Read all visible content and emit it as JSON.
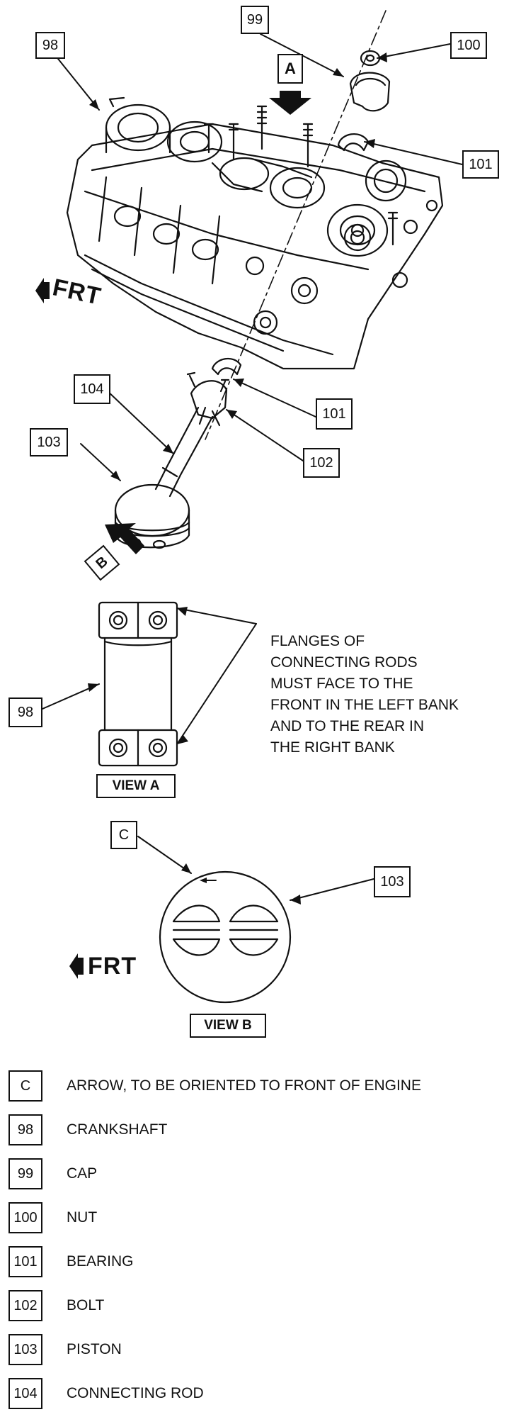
{
  "diagram": {
    "callouts": {
      "c98_top": "98",
      "c99": "99",
      "c100": "100",
      "c101_top": "101",
      "c104": "104",
      "c101_mid": "101",
      "c103_top": "103",
      "c102": "102",
      "c98_view": "98",
      "cC": "C",
      "c103_view": "103"
    },
    "view_arrows": {
      "a": "A",
      "b": "B"
    },
    "frt_top": "FRT",
    "frt_bottom": "FRT",
    "view_a_label": "VIEW A",
    "view_b_label": "VIEW B",
    "note_lines": [
      "FLANGES OF",
      "CONNECTING RODS",
      "MUST FACE TO THE",
      "FRONT IN THE LEFT BANK",
      "AND TO THE REAR IN",
      "THE RIGHT BANK"
    ]
  },
  "legend": [
    {
      "code": "C",
      "desc": "ARROW, TO BE ORIENTED TO FRONT OF ENGINE"
    },
    {
      "code": "98",
      "desc": "CRANKSHAFT"
    },
    {
      "code": "99",
      "desc": "CAP"
    },
    {
      "code": "100",
      "desc": "NUT"
    },
    {
      "code": "101",
      "desc": "BEARING"
    },
    {
      "code": "102",
      "desc": "BOLT"
    },
    {
      "code": "103",
      "desc": "PISTON"
    },
    {
      "code": "104",
      "desc": "CONNECTING ROD"
    }
  ]
}
